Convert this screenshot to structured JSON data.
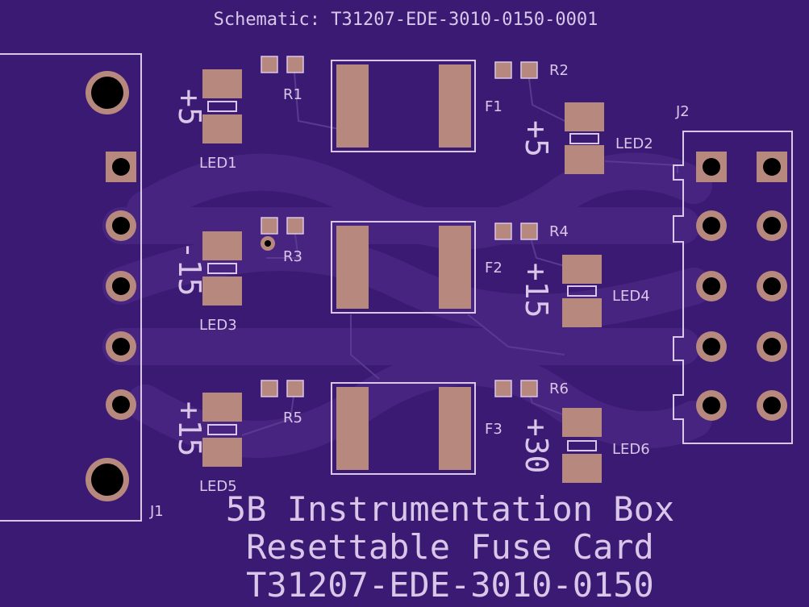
{
  "board": {
    "schematic_label": "Schematic: T31207-EDE-3010-0150-0001",
    "title_line1": "5B Instrumentation Box",
    "title_line2": "Resettable Fuse Card",
    "title_line3": "T31207-EDE-3010-0150"
  },
  "connectors": {
    "j1": "J1",
    "j2": "J2"
  },
  "resistors": [
    "R1",
    "R2",
    "R3",
    "R4",
    "R5",
    "R6"
  ],
  "fuses": [
    "F1",
    "F2",
    "F3"
  ],
  "leds": [
    "LED1",
    "LED2",
    "LED3",
    "LED4",
    "LED5",
    "LED6"
  ],
  "voltages": {
    "led1": "+5",
    "led2": "+5",
    "led3": "-15",
    "led4": "+15",
    "led5": "+15",
    "led6": "+30"
  },
  "colors": {
    "board": "#3b1a73",
    "trace": "#5a3a90",
    "pad": "#b6887e",
    "silkscreen": "#d9c6e9",
    "hole": "#000000"
  }
}
